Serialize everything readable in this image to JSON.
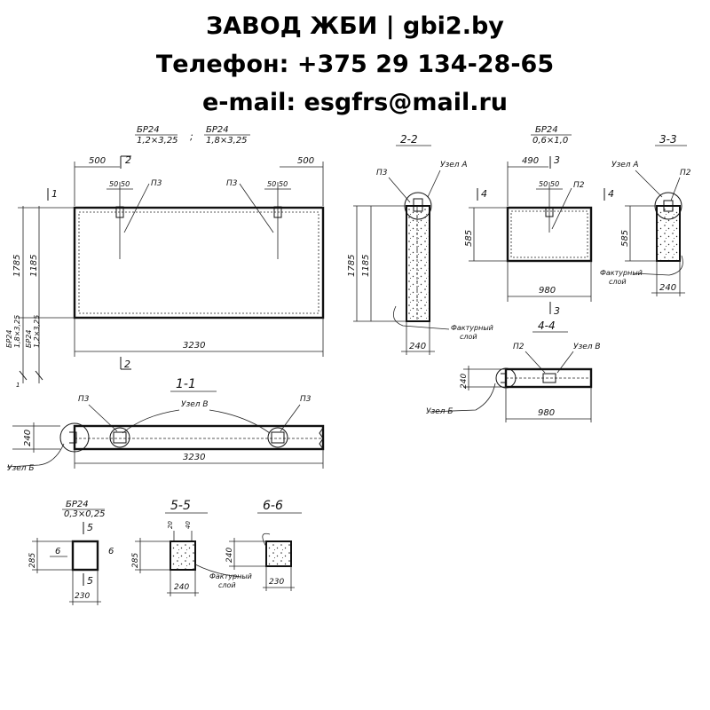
{
  "header": {
    "line1": "ЗАВОД ЖБИ | gbi2.by",
    "line2": "Телефон: +375 29 134-28-65",
    "line3": "e-mail: esgfrs@mail.ru"
  },
  "elevation": {
    "mark_a": "БР24",
    "size_a": "1,2×3,25",
    "separator": ";",
    "mark_b": "БР24",
    "size_b": "1,8×3,25",
    "dim_left": "500",
    "dim_right": "500",
    "dim_50a": "50",
    "dim_50b": "50",
    "dim_50c": "50",
    "dim_50d": "50",
    "loop_left": "П3",
    "loop_right": "П3",
    "section_top": "2",
    "section_bottom": "2",
    "section_side": "1",
    "side_sec_bottom": "1",
    "height_total": "1785",
    "height_inner": "1185",
    "side_a_mark": "БР24",
    "side_a_size": "1,8×3,25",
    "side_b_mark": "БР24",
    "side_b_size": "1,2×3,25",
    "length": "3230"
  },
  "section_22": {
    "title": "2-2",
    "loop": "П3",
    "node": "Узел А",
    "height": "1785",
    "inner": "1185",
    "width": "240",
    "layer_1": "Фактурный",
    "layer_2": "слой"
  },
  "small_panel": {
    "mark": "БР24",
    "size": "0,6×1,0",
    "dim_top": "490",
    "section_top": "3",
    "section_bottom": "3",
    "dim_50a": "50",
    "dim_50b": "50",
    "loop": "П2",
    "section_side": "4",
    "height": "585",
    "length": "980"
  },
  "section_33": {
    "title": "3-3",
    "node": "Узел А",
    "loop": "П2",
    "section_side": "4",
    "height": "585",
    "layer_1": "Фактурный",
    "layer_2": "слой",
    "width": "240"
  },
  "section_44": {
    "title": "4-4",
    "loop": "П2",
    "node_v": "Узел В",
    "node_b": "Узел Б",
    "height": "240",
    "length": "980"
  },
  "section_11": {
    "title": "1-1",
    "loop_left": "П3",
    "loop_right": "П3",
    "node_v": "Узел В",
    "node_b": "Узел Б",
    "height": "240",
    "length": "3230"
  },
  "mini_panel": {
    "mark": "БР24",
    "size": "0,3×0,25",
    "section_top": "5",
    "section_bottom": "5",
    "label_left": "6",
    "label_right": "6",
    "height": "285",
    "length": "230"
  },
  "section_55": {
    "title": "5-5",
    "dim_a": "20",
    "dim_b": "40",
    "height": "285",
    "width": "240",
    "layer_1": "Фактурный",
    "layer_2": "слой"
  },
  "section_66": {
    "title": "6-6",
    "height": "240",
    "width": "230"
  }
}
